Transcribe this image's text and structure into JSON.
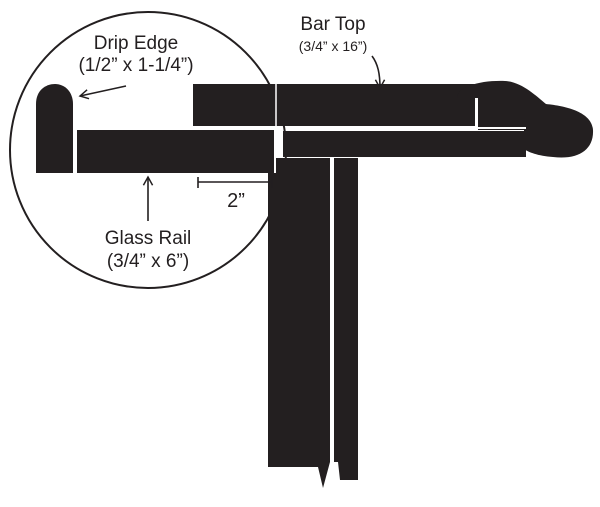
{
  "labels": {
    "drip_edge": {
      "name": "Drip Edge",
      "size": "(1/2” x 1-1/4”)"
    },
    "bar_top": {
      "name": "Bar Top",
      "size": "(3/4” x 16”)"
    },
    "glass_rail": {
      "name": "Glass Rail",
      "size": "(3/4” x 6”)"
    },
    "overhang_dimension": "2”"
  },
  "colors": {
    "ink": "#231f20",
    "background": "#ffffff"
  }
}
